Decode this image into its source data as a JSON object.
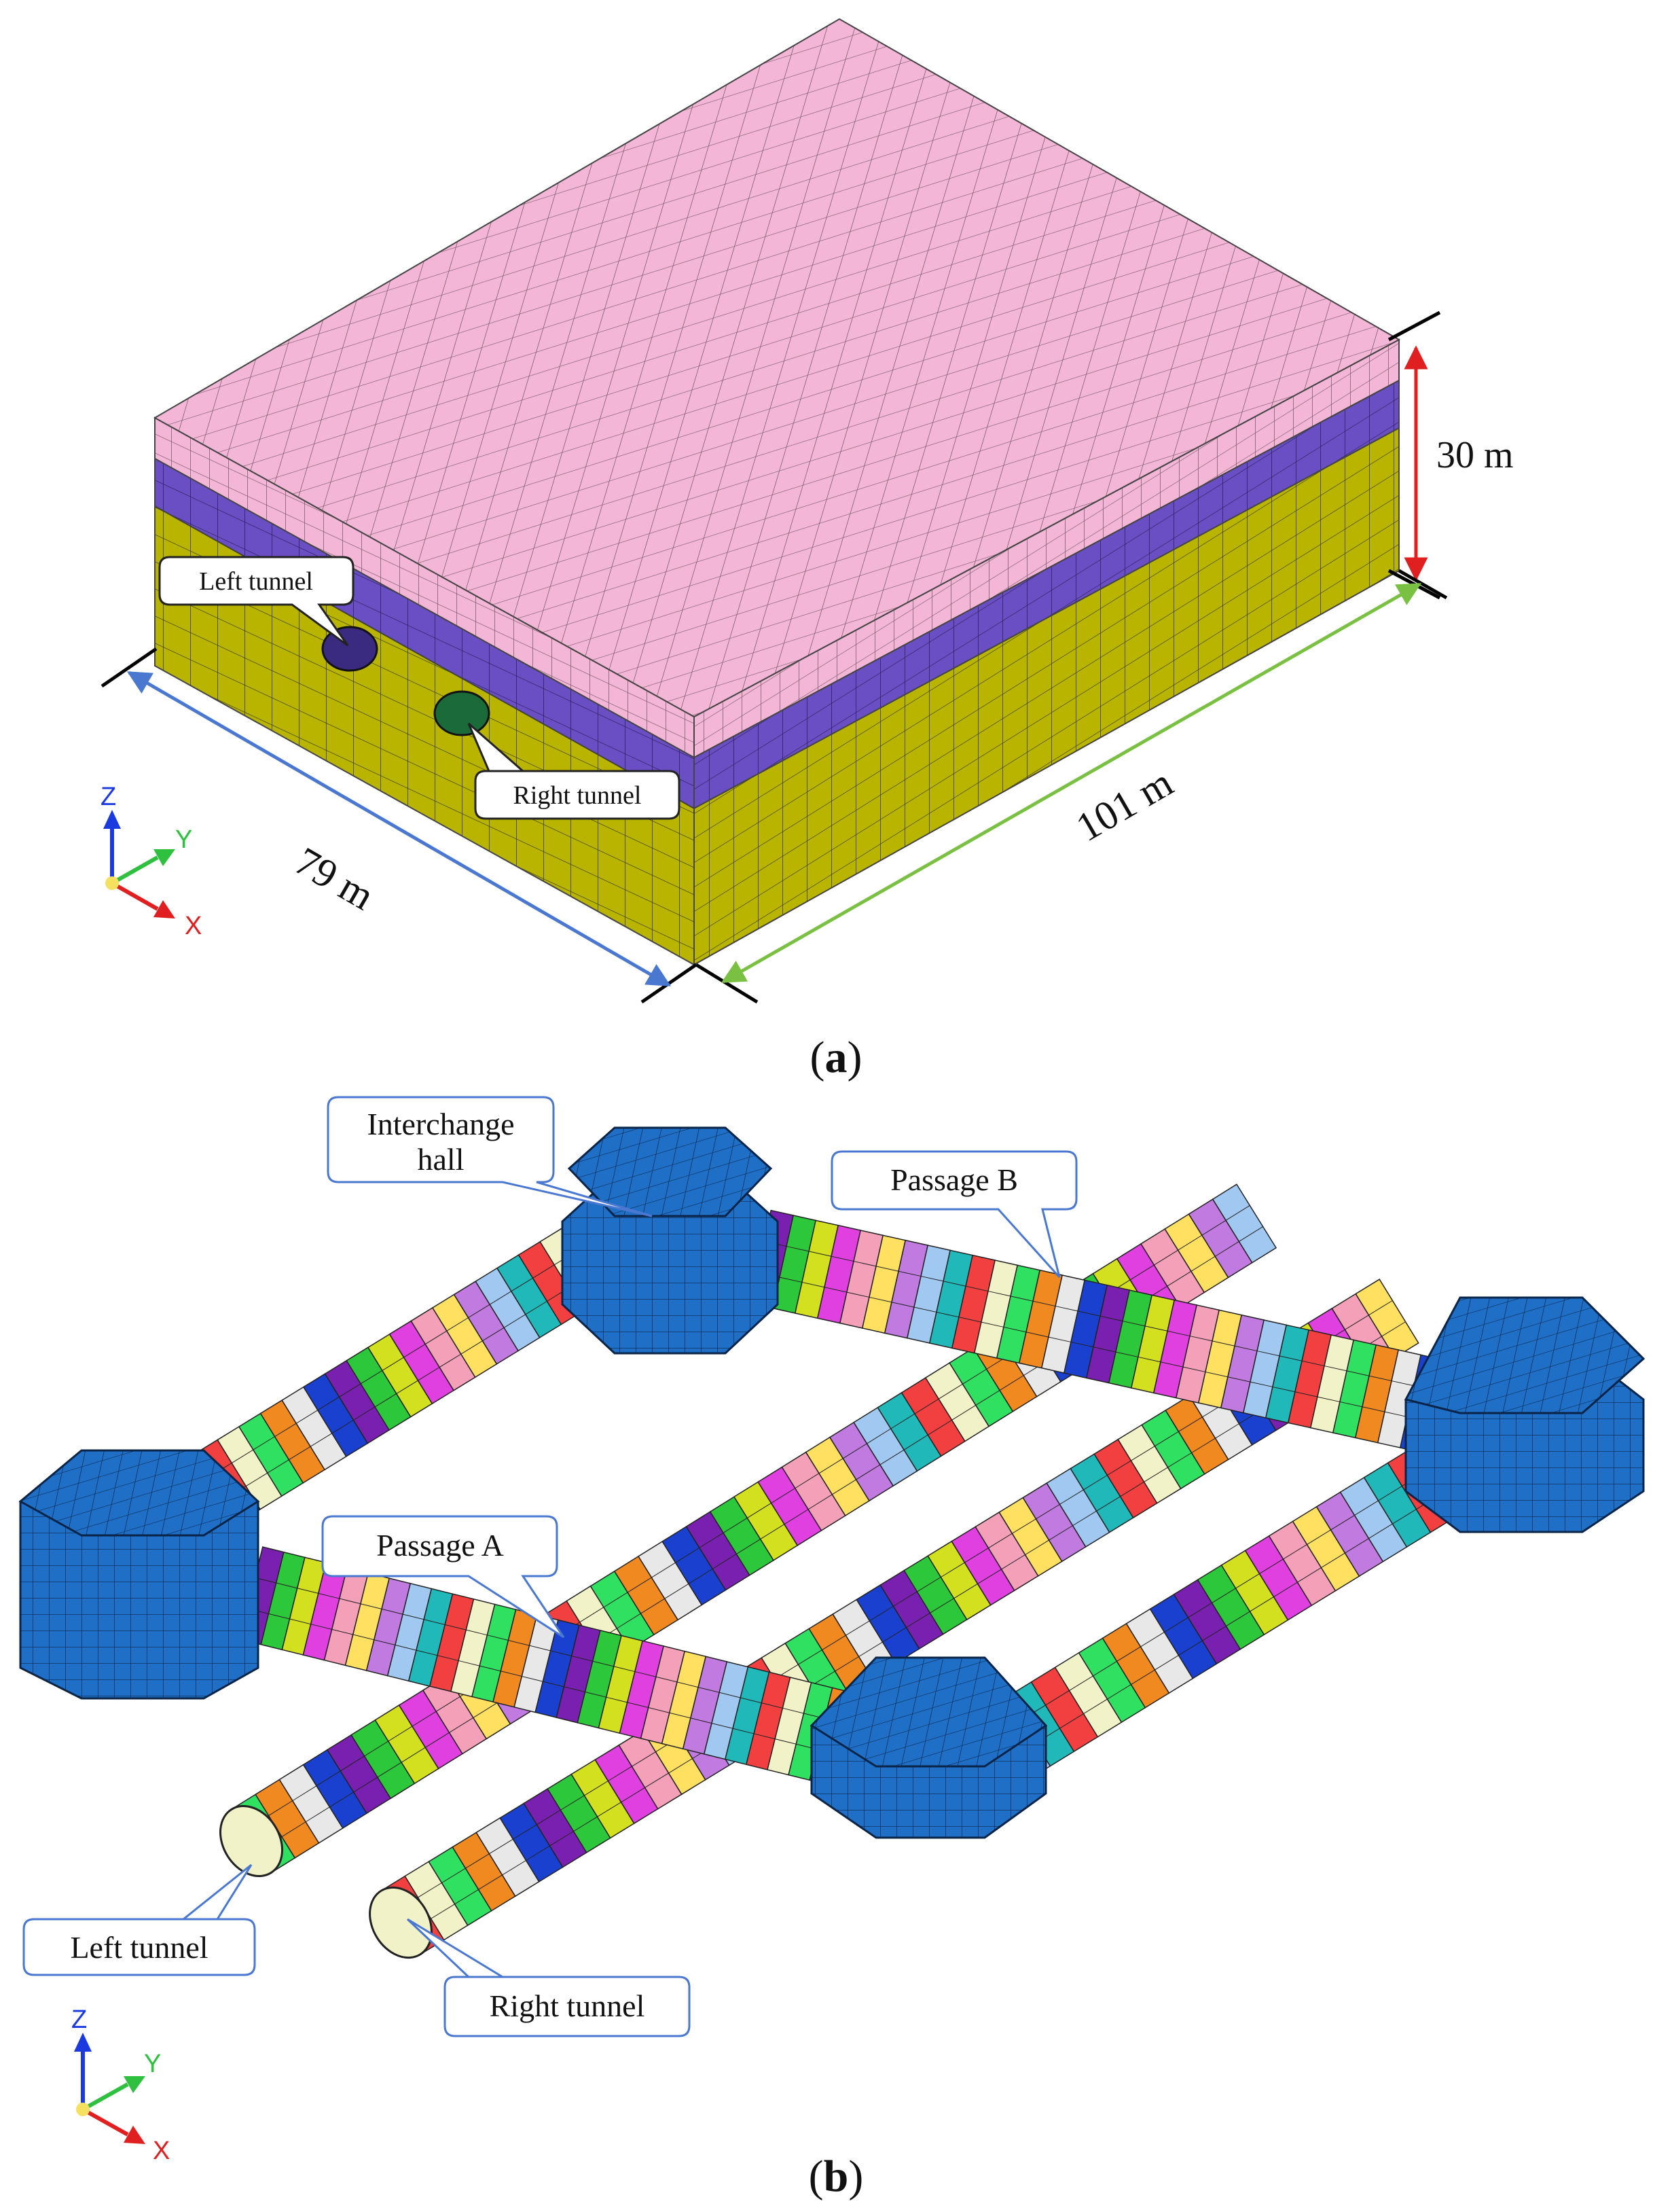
{
  "panel_a": {
    "caption_open": "(",
    "caption_letter": "a",
    "caption_close": ")",
    "dim_height": "30 m",
    "dim_width": "79 m",
    "dim_length": "101 m",
    "label_left_tunnel": "Left tunnel",
    "label_right_tunnel": "Right tunnel",
    "axis_z": "Z",
    "axis_y": "Y",
    "axis_x": "X",
    "colors": {
      "top_layer": "#f4b6d6",
      "middle_layer": "#6a4fc4",
      "bottom_layer": "#b8b400",
      "dim_height": "#e02020",
      "dim_width": "#4a78d0",
      "dim_length": "#7ac043"
    }
  },
  "panel_b": {
    "caption_open": "(",
    "caption_letter": "b",
    "caption_close": ")",
    "label_interchange_line1": "Interchange",
    "label_interchange_line2": "hall",
    "label_passage_a": "Passage A",
    "label_passage_b": "Passage B",
    "label_left_tunnel": "Left tunnel",
    "label_right_tunnel": "Right tunnel",
    "axis_z": "Z",
    "axis_y": "Y",
    "axis_x": "X",
    "colors": {
      "hall": "#1f6fc7",
      "segments": [
        "#e040e0",
        "#2cc73a",
        "#1a40d0",
        "#f08a20",
        "#f2f2c8",
        "#20b8b8",
        "#c07ae0",
        "#f4a0b8",
        "#d2e020",
        "#7a20b0",
        "#e8e8e8",
        "#30e060",
        "#f24040",
        "#a0c8f0",
        "#ffe060"
      ]
    }
  }
}
